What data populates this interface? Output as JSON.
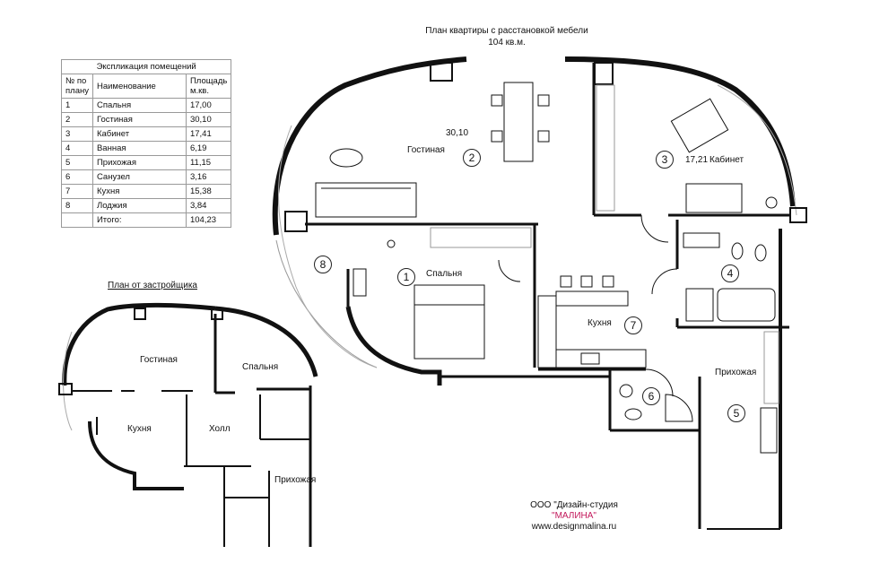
{
  "title_line1": "План квартиры с расстановкой мебели",
  "title_line2": "104 кв.м.",
  "explication": {
    "caption": "Экспликация помещений",
    "col_num": "№ по плану",
    "col_name": "Наименование",
    "col_area": "Площадь м.кв.",
    "rows": [
      {
        "n": "1",
        "name": "Спальня",
        "area": "17,00"
      },
      {
        "n": "2",
        "name": "Гостиная",
        "area": "30,10"
      },
      {
        "n": "3",
        "name": "Кабинет",
        "area": "17,41"
      },
      {
        "n": "4",
        "name": "Ванная",
        "area": "6,19"
      },
      {
        "n": "5",
        "name": "Прихожая",
        "area": "11,15"
      },
      {
        "n": "6",
        "name": "Санузел",
        "area": "3,16"
      },
      {
        "n": "7",
        "name": "Кухня",
        "area": "15,38"
      },
      {
        "n": "8",
        "name": "Лоджия",
        "area": "3,84"
      }
    ],
    "total_label": "Итого:",
    "total_value": "104,23"
  },
  "plan_labels": {
    "living": "Гостиная",
    "living_area": "30,10",
    "study": "Кабинет",
    "study_area": "17,21",
    "bedroom": "Спальня",
    "kitchen": "Кухня",
    "hallway": "Прихожая"
  },
  "room_numbers": [
    "1",
    "2",
    "3",
    "4",
    "5",
    "6",
    "7",
    "8"
  ],
  "developer_plan": {
    "title": "План от застройщика",
    "living": "Гостиная",
    "bedroom": "Спальня",
    "kitchen": "Кухня",
    "hall": "Холл",
    "hallway": "Прихожая"
  },
  "studio": {
    "line1": "ООО \"Дизайн-студия",
    "line2": "\"МАЛИНА\"",
    "line3": "www.designmalina.ru"
  }
}
